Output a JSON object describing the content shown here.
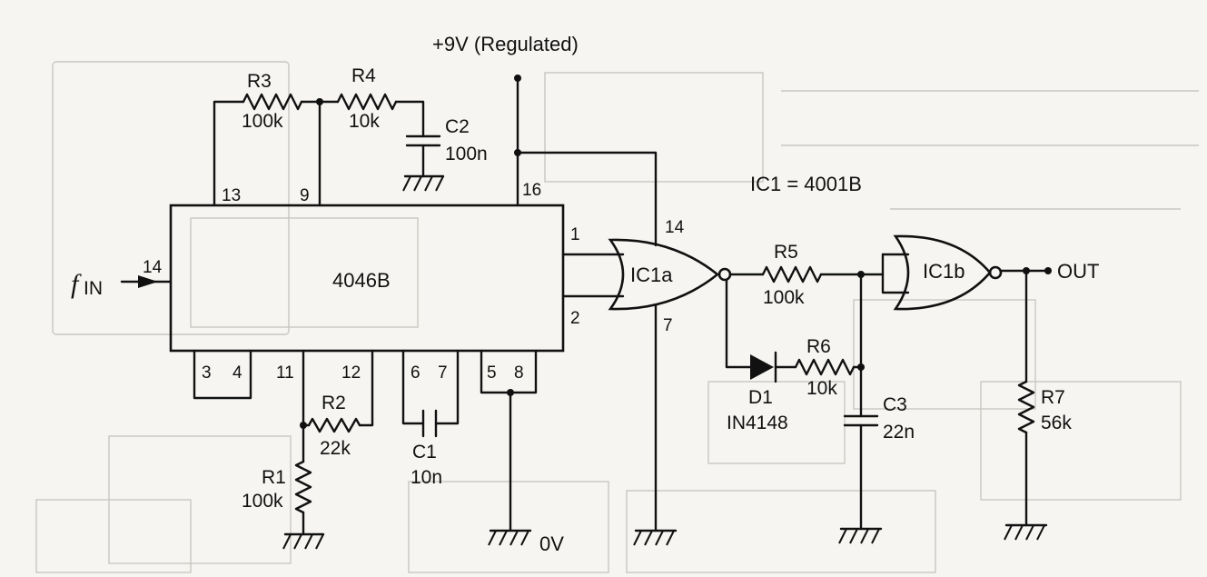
{
  "supply_label": "+9V (Regulated)",
  "ground_label": "0V",
  "ic1_title": "IC1 = 4001B",
  "pll": {
    "name": "4046B",
    "pins": {
      "p13": "13",
      "p9": "9",
      "p16": "16",
      "p1": "1",
      "p2": "2",
      "p14": "14",
      "p3": "3",
      "p4": "4",
      "p11": "11",
      "p12": "12",
      "p6": "6",
      "p7": "7",
      "p5": "5",
      "p8": "8"
    }
  },
  "input": {
    "label_f": "f",
    "label_sub": "IN"
  },
  "gates": {
    "g1": {
      "name": "IC1a",
      "pin_vdd": "14",
      "pin_vss": "7"
    },
    "g2": {
      "name": "IC1b"
    }
  },
  "output_label": "OUT",
  "components": {
    "r1": {
      "ref": "R1",
      "value": "100k"
    },
    "r2": {
      "ref": "R2",
      "value": "22k"
    },
    "r3": {
      "ref": "R3",
      "value": "100k"
    },
    "r4": {
      "ref": "R4",
      "value": "10k"
    },
    "r5": {
      "ref": "R5",
      "value": "100k"
    },
    "r6": {
      "ref": "R6",
      "value": "10k"
    },
    "r7": {
      "ref": "R7",
      "value": "56k"
    },
    "c1": {
      "ref": "C1",
      "value": "10n"
    },
    "c2": {
      "ref": "C2",
      "value": "100n"
    },
    "c3": {
      "ref": "C3",
      "value": "22n"
    },
    "d1": {
      "ref": "D1",
      "value": "IN4148"
    }
  }
}
